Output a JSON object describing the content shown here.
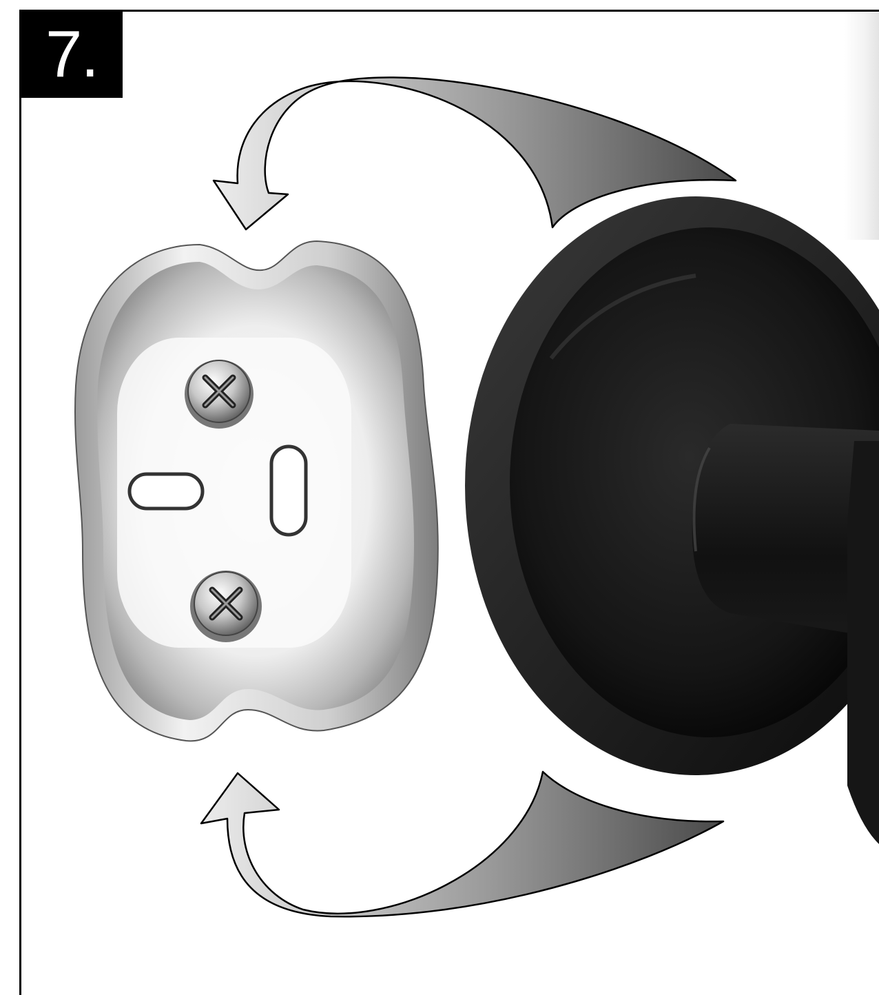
{
  "step": {
    "label": "7."
  },
  "illustration": {
    "parts": [
      "mounting-bracket",
      "screw",
      "screw",
      "wall-flange",
      "holder-arm"
    ],
    "arrows": [
      "rotate-arrow-top",
      "rotate-arrow-bottom"
    ],
    "colors": {
      "bracket": "#d9d9d9",
      "flange": "#141414",
      "arrow": "#8a8a8a",
      "tube": "#f4f4f4"
    }
  }
}
